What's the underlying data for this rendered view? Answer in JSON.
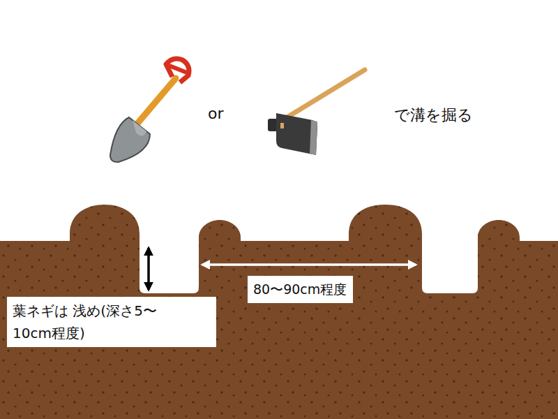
{
  "diagram": {
    "nodes": [
      {
        "text": [
          "葉ネギは 浅め(深さ5〜10cm程度)"
        ]
      },
      {
        "text": [
          "80〜90cm程度"
        ]
      }
    ],
    "labels": [
      "or",
      "で溝を掘る"
    ]
  }
}
